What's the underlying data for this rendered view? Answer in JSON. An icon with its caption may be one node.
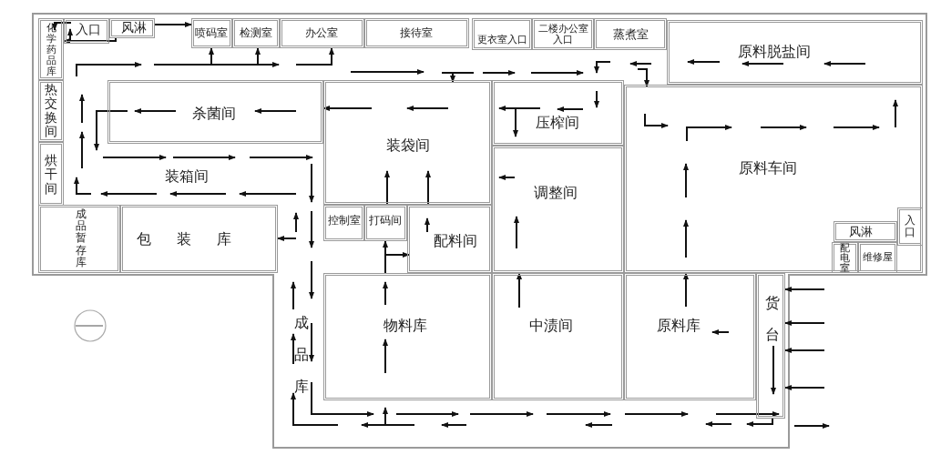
{
  "diagram": {
    "nodes": [
      {
        "text": [
          "化学药品库"
        ]
      },
      {
        "text": [
          "入口"
        ]
      },
      {
        "text": [
          "风淋"
        ]
      },
      {
        "text": [
          "喷码室"
        ]
      },
      {
        "text": [
          "检测室"
        ]
      },
      {
        "text": [
          "办公室"
        ]
      },
      {
        "text": [
          "接待室"
        ]
      },
      {
        "text": [
          "更衣室入口"
        ]
      },
      {
        "text": [
          "二楼办公室入口"
        ]
      },
      {
        "text": [
          "蒸煮室"
        ]
      },
      {
        "text": [
          "原料脱盐间"
        ]
      },
      {
        "text": [
          "杀菌间"
        ]
      },
      {
        "text": [
          "热交换间"
        ]
      },
      {
        "text": [
          "烘干间"
        ]
      },
      {
        "text": [
          "装袋间"
        ]
      },
      {
        "text": [
          "压榨间"
        ]
      },
      {
        "text": [
          "调整间"
        ]
      },
      {
        "text": [
          "原料车间"
        ]
      },
      {
        "text": [
          "控制室"
        ]
      },
      {
        "text": [
          "打码间"
        ]
      },
      {
        "text": [
          "配料间"
        ]
      },
      {
        "text": [
          "成品暂存库"
        ]
      },
      {
        "text": [
          "包装库"
        ]
      },
      {
        "text": [
          "风淋"
        ],
        "in": 17
      },
      {
        "text": [
          "入口"
        ],
        "in": 17
      },
      {
        "text": [
          "配电室"
        ],
        "in": 17
      },
      {
        "text": [
          "维修屋"
        ],
        "in": 17
      },
      {
        "text": [
          "物料库"
        ]
      },
      {
        "text": [
          "中渍间"
        ]
      },
      {
        "text": [
          "原料库"
        ]
      },
      {
        "text": [
          "货台"
        ]
      }
    ],
    "edges": [
      {
        "from": 2,
        "to": 3,
        "arrow": "to"
      },
      {
        "from": null,
        "to": 3,
        "arrow": "to"
      },
      {
        "from": null,
        "to": 4,
        "arrow": "to"
      },
      {
        "from": null,
        "to": 5,
        "arrow": "to"
      },
      {
        "from": 14,
        "to": 11,
        "arrow": "to"
      },
      {
        "from": 2,
        "to": 0,
        "arrow": "to"
      },
      {
        "from": 19,
        "to": 14,
        "arrow": "to"
      },
      {
        "from": 20,
        "to": 14,
        "arrow": "to"
      },
      {
        "from": 28,
        "to": 16,
        "arrow": "to"
      },
      {
        "from": null,
        "to": 22,
        "arrow": "to"
      },
      {
        "from": 29,
        "to": 17,
        "arrow": "to"
      },
      {
        "from": null,
        "to": 14,
        "arrow": "to"
      },
      {
        "from": null,
        "to": 17,
        "arrow": "to"
      },
      {
        "from": null,
        "to": 30,
        "arrow": "to"
      },
      {
        "from": null,
        "to": 30,
        "arrow": "to"
      },
      {
        "from": null,
        "to": 30,
        "arrow": "to"
      },
      {
        "from": null,
        "to": 30,
        "arrow": "to"
      },
      {
        "from": 2,
        "to": 1,
        "arrow": "to"
      },
      {
        "from": 27,
        "to": 19,
        "arrow": "to"
      },
      {
        "from": null,
        "to": 20,
        "arrow": "to"
      }
    ],
    "labels": [
      "装箱间",
      "成品库"
    ]
  }
}
